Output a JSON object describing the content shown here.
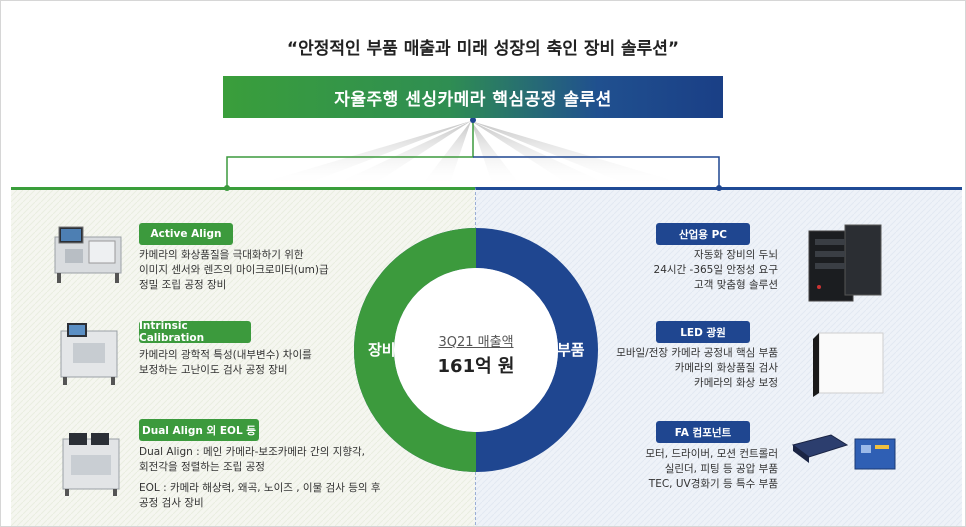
{
  "quote": "“안정적인 부품 매출과 미래 성장의 축인 장비 솔루션”",
  "banner": "자율주행 센싱카메라 핵심공정  솔루션",
  "donut": {
    "caption": "3Q21 매출액",
    "total": "161억 원",
    "left_label": "장비",
    "right_label": "부품",
    "left_color": "#3c9a3d",
    "right_color": "#1f4690"
  },
  "equipment": [
    {
      "title": "Active Align",
      "lines": [
        "카메라의 화상품질을 극대화하기 위한",
        "이미지 센서와 렌즈의 마이크로미터(um)급",
        "정밀 조립 공정 장비"
      ]
    },
    {
      "title": "Intrinsic Calibration",
      "lines": [
        "카메라의 광학적 특성(내부변수) 차이를",
        "보정하는 고난이도 검사 공정 장비"
      ]
    },
    {
      "title": "Dual Align 외 EOL 등",
      "lines": [
        "Dual Align : 메인 카메라-보조카메라 간의 지향각,",
        "회전각을 정렬하는 조립 공정",
        "",
        "EOL : 카메라 해상력, 왜곡, 노이즈 , 이물 검사 등의 후",
        "공정 검사 장비"
      ]
    }
  ],
  "parts": [
    {
      "title": "산업용 PC",
      "lines": [
        "자동화 장비의 두뇌",
        "24시간 -365일 안정성 요구",
        "고객 맞춤형 솔루션"
      ]
    },
    {
      "title": "LED 광원",
      "lines": [
        "모바일/전장 카메라  공정내 핵심 부품",
        "카메라의 화상품질 검사",
        "카메라의 화상 보정"
      ]
    },
    {
      "title": "FA 컴포넌트",
      "lines": [
        "모터, 드라이버, 모션 컨트롤러",
        "실린더, 피팅 등 공압 부품",
        "TEC, UV경화기 등 특수 부품"
      ]
    }
  ]
}
